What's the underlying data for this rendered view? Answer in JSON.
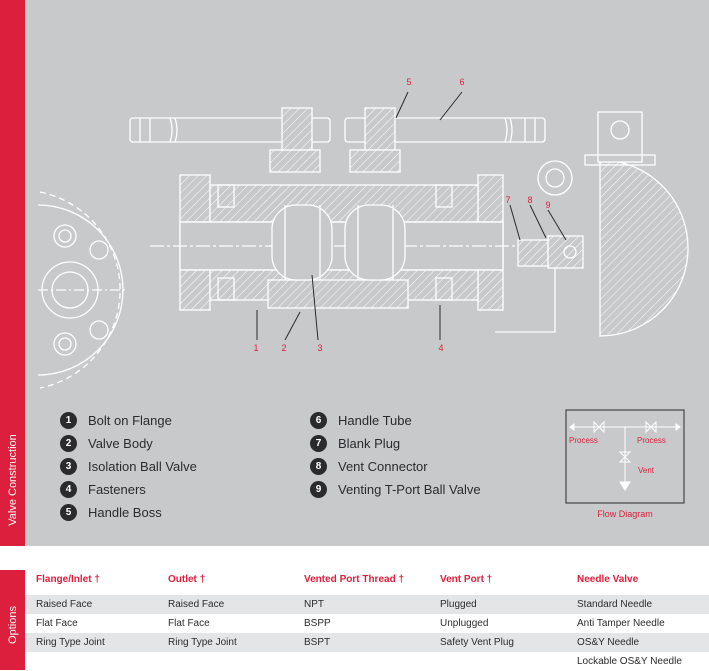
{
  "side_labels": {
    "construction": "Valve Construction",
    "options": "Options"
  },
  "callouts": [
    "1",
    "2",
    "3",
    "4",
    "5",
    "6",
    "7",
    "8",
    "9"
  ],
  "legend": [
    {
      "num": "1",
      "label": "Bolt on Flange"
    },
    {
      "num": "2",
      "label": "Valve Body"
    },
    {
      "num": "3",
      "label": "Isolation Ball Valve"
    },
    {
      "num": "4",
      "label": "Fasteners"
    },
    {
      "num": "5",
      "label": "Handle Boss"
    },
    {
      "num": "6",
      "label": "Handle Tube"
    },
    {
      "num": "7",
      "label": "Blank Plug"
    },
    {
      "num": "8",
      "label": "Vent Connector"
    },
    {
      "num": "9",
      "label": "Venting T-Port Ball Valve"
    }
  ],
  "flow_diagram": {
    "process_left": "Process",
    "process_right": "Process",
    "vent": "Vent",
    "caption": "Flow Diagram"
  },
  "options": {
    "headers": [
      "Flange/Inlet †",
      "Outlet †",
      "Vented Port Thread †",
      "Vent Port †",
      "Needle Valve"
    ],
    "rows": [
      [
        "Raised Face",
        "Raised Face",
        "NPT",
        "Plugged",
        "Standard Needle"
      ],
      [
        "Flat Face",
        "Flat Face",
        "BSPP",
        "Unplugged",
        "Anti Tamper Needle"
      ],
      [
        "Ring Type Joint",
        "Ring Type Joint",
        "BSPT",
        "Safety Vent Plug",
        "OS&Y Needle"
      ],
      [
        "",
        "",
        "",
        "",
        "Lockable OS&Y Needle"
      ]
    ]
  },
  "colors": {
    "accent": "#dc1f3c",
    "panel": "#c8c9cb",
    "ink": "#2b2b2d",
    "row_shade": "#e4e5e7"
  }
}
